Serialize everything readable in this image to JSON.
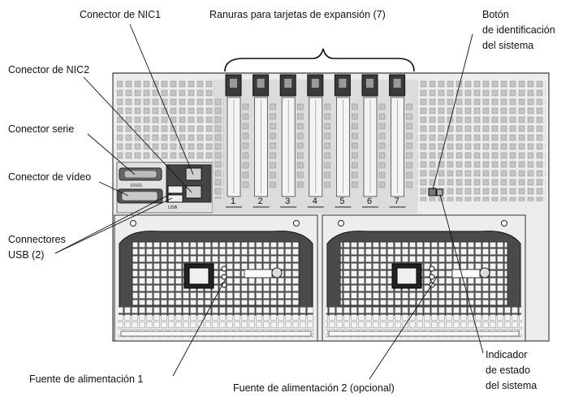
{
  "labels": {
    "nic1": "Conector de NIC1",
    "expansion_slots": "Ranuras para tarjetas de expansión (7)",
    "id_button_line1": "Botón",
    "id_button_line2": "de identificación",
    "id_button_line3": "del sistema",
    "nic2": "Conector de NIC2",
    "serial": "Conector serie",
    "video": "Conector de vídeo",
    "usb_line1": "Connectores",
    "usb_line2": "USB (2)",
    "psu1": "Fuente de alimentación 1",
    "psu2": "Fuente de alimentación 2 (opcional)",
    "status_line1": "Indicador",
    "status_line2": "de estado",
    "status_line3": "del sistema"
  },
  "slot_numbers": [
    "1",
    "2",
    "3",
    "4",
    "5",
    "6",
    "7"
  ],
  "panel_marks": {
    "serial_mark": "10101",
    "usb_mark": "USB"
  },
  "colors": {
    "chassis": "#ececec",
    "dark": "#3a3a3a",
    "grille": "#d0d0d0",
    "text": "#111111"
  }
}
